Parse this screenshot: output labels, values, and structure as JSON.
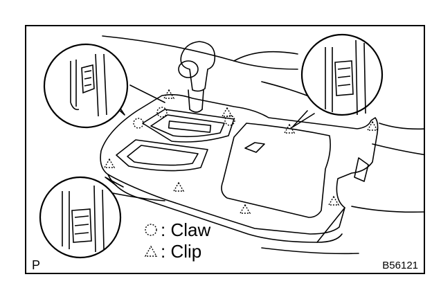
{
  "legend": {
    "claw_label": "Claw",
    "clip_label": "Clip",
    "separator": ":",
    "claw_symbol": "circle-symbol",
    "clip_symbol": "triangle-symbol"
  },
  "page_letter": "P",
  "figure_code": "B56121",
  "colors": {
    "line": "#000000",
    "background": "#ffffff"
  }
}
